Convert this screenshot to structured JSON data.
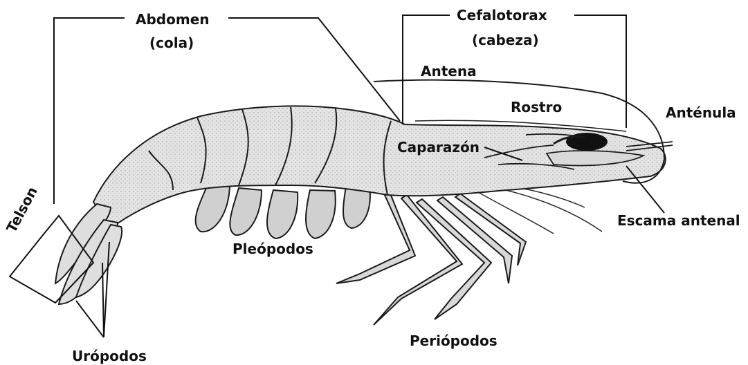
{
  "colors": {
    "ink": "#1a1a1a",
    "body_fill": "#e6e6e6",
    "leg_fill": "#d4d4d4",
    "shade": "#bdbdbd",
    "eye": "#111111",
    "background": "#ffffff"
  },
  "labels": {
    "abdomen": "Abdomen",
    "abdomen_sub": "(cola)",
    "cefalotorax": "Cefalotorax",
    "cefalotorax_sub": "(cabeza)",
    "antena": "Antena",
    "rostro": "Rostro",
    "antenula": "Anténula",
    "caparazon": "Caparazón",
    "escama_antenal": "Escama antenal",
    "telson": "Telson",
    "pleopodos": "Pleópodos",
    "uropodos": "Urópodos",
    "periopodos": "Periópodos"
  }
}
